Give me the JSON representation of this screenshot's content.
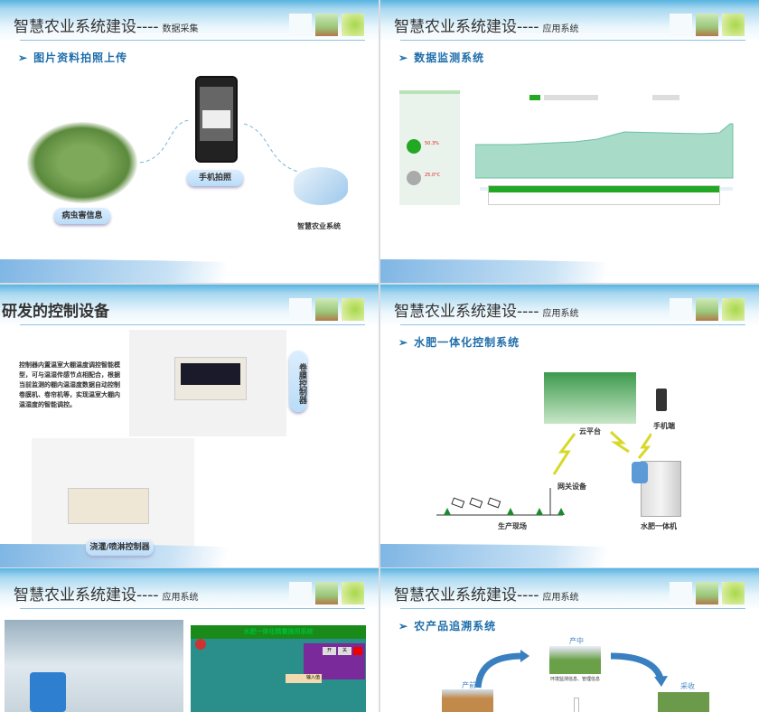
{
  "slides": [
    {
      "title": "智慧农业系统建设----",
      "subtitle": "数据采集",
      "section": "图片资料拍照上传",
      "labels": {
        "pest": "病虫害信息",
        "phone": "手机拍照",
        "system": "智慧农业系统"
      }
    },
    {
      "title": "智慧农业系统建设----",
      "subtitle": "应用系统",
      "section": "数据监测系统",
      "readings": [
        {
          "value": "50.3%"
        },
        {
          "value": "25.0°C"
        }
      ]
    },
    {
      "title": "研发的控制设备",
      "description": "控制器内置温室大棚温度调控智能模型，可与温湿传感节点相配合，根据当前监测的棚内温湿度数据自动控制卷膜机、卷帘机等，实现温室大棚内温湿度的智能调控。",
      "labels": {
        "film": "卷膜控制器",
        "irrigation": "浇灌/喷淋控制器"
      }
    },
    {
      "title": "智慧农业系统建设----",
      "subtitle": "应用系统",
      "section": "水肥一体化控制系统",
      "labels": {
        "cloud": "云平台",
        "mobile": "手机端",
        "gateway": "网关设备",
        "field": "生产现场",
        "machine": "水肥一体机"
      }
    },
    {
      "title": "智慧农业系统建设----",
      "subtitle": "应用系统",
      "panel_title": "水肥一体化精量施用系统",
      "buttons": [
        "开",
        "关"
      ],
      "input_label": "输入值"
    },
    {
      "title": "智慧农业系统建设----",
      "subtitle": "应用系统",
      "section": "农产品追溯系统",
      "labels": {
        "pre": "产前",
        "mid": "产中",
        "mid_desc": "环境监测信息、管理信息",
        "harvest": "采收"
      }
    }
  ],
  "colors": {
    "accent": "#1f6eab",
    "green": "#22a822",
    "header": "#58b4e2"
  }
}
